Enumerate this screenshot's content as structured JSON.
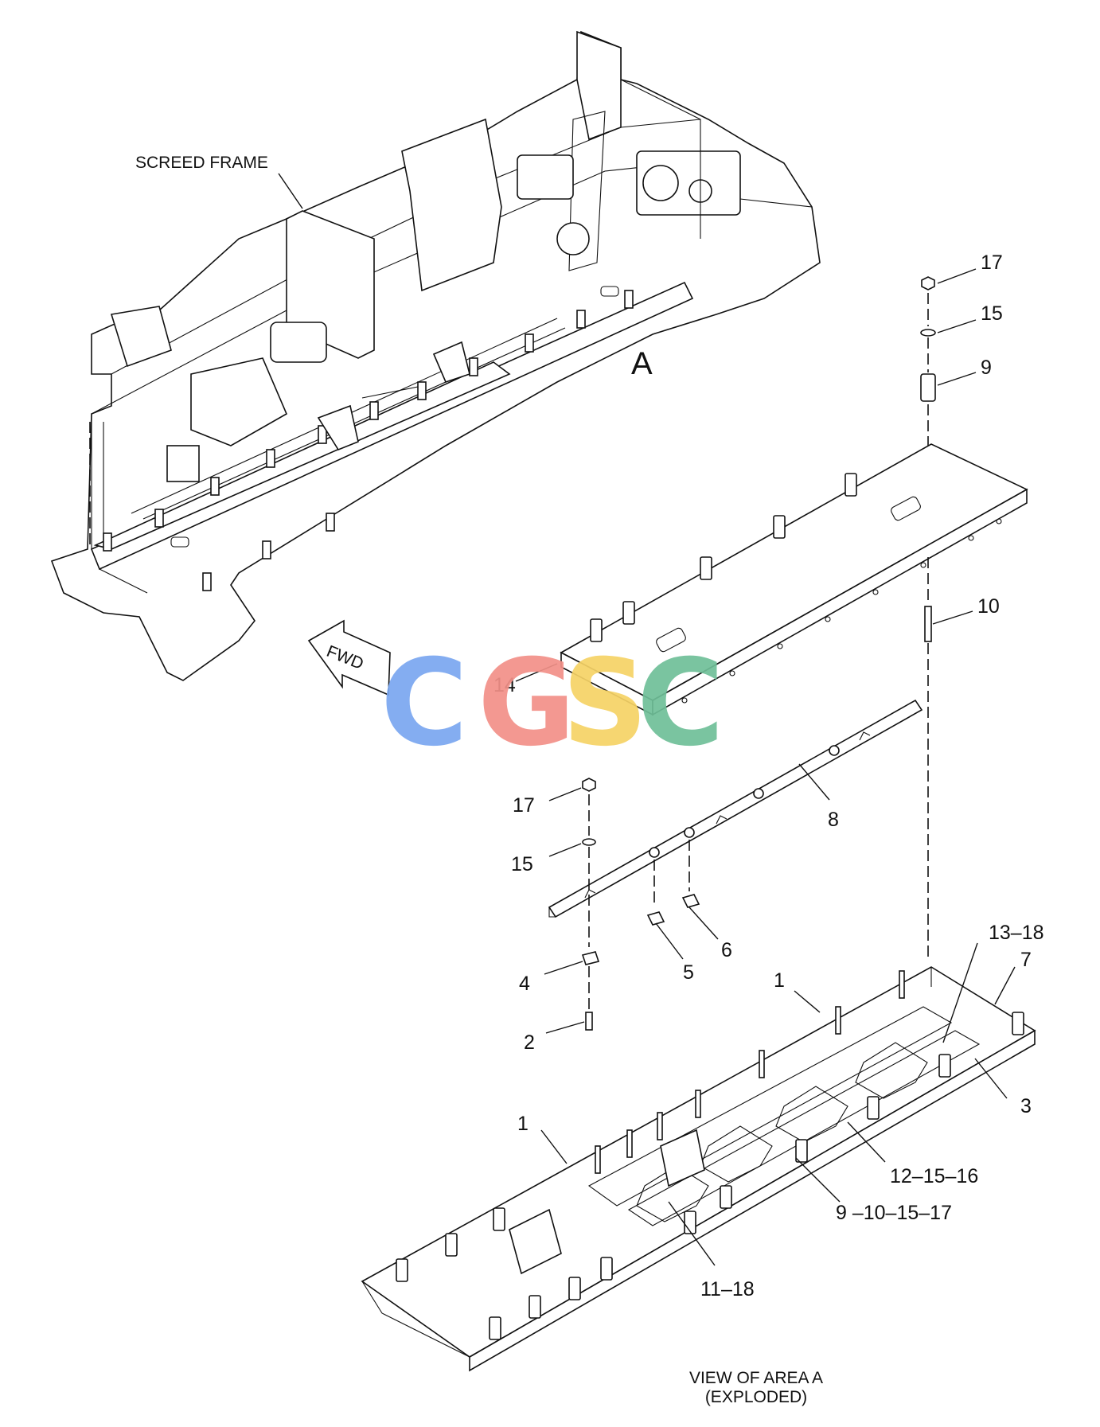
{
  "labels": {
    "screed_frame": "SCREED FRAME",
    "area_a": "A",
    "fwd": "FWD",
    "view_line1": "VIEW OF AREA A",
    "view_line2": "(EXPLODED)"
  },
  "callouts": {
    "c17_top": "17",
    "c15_top": "15",
    "c9_top": "9",
    "c10": "10",
    "c14": "14",
    "c8": "8",
    "c17_left": "17",
    "c15_left": "15",
    "c4": "4",
    "c2": "2",
    "c5": "5",
    "c6": "6",
    "c1_upper": "1",
    "c13_18": "13–18",
    "c7": "7",
    "c3": "3",
    "c1_lower": "1",
    "c12_15_16": "12–15–16",
    "c9_10_15_17": "9 –10–15–17",
    "c11_18": "11–18"
  },
  "watermark": {
    "letters": [
      "C",
      "G",
      "S",
      "C"
    ],
    "colors": [
      "#7aa7f0",
      "#f29088",
      "#f6d366",
      "#6fbf98"
    ]
  }
}
